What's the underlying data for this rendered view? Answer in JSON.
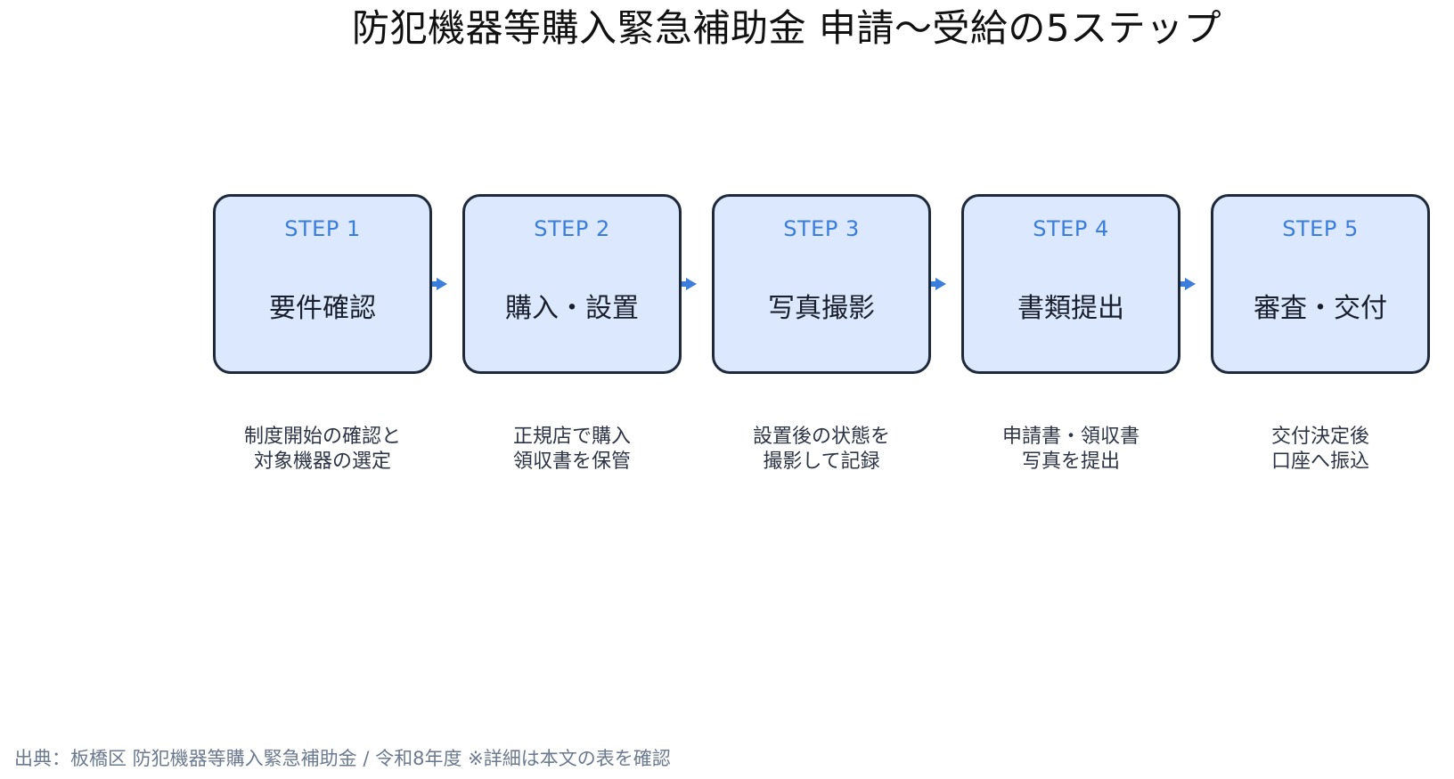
{
  "title": "防犯機器等購入緊急補助金 申請〜受給の5ステップ",
  "steps": [
    {
      "number": "STEP 1",
      "title": "要件確認",
      "desc_line1": "制度開始の確認と",
      "desc_line2": "対象機器の選定"
    },
    {
      "number": "STEP 2",
      "title": "購入・設置",
      "desc_line1": "正規店で購入",
      "desc_line2": "領収書を保管"
    },
    {
      "number": "STEP 3",
      "title": "写真撮影",
      "desc_line1": "設置後の状態を",
      "desc_line2": "撮影して記録"
    },
    {
      "number": "STEP 4",
      "title": "書類提出",
      "desc_line1": "申請書・領収書",
      "desc_line2": "写真を提出"
    },
    {
      "number": "STEP 5",
      "title": "審査・交付",
      "desc_line1": "交付決定後",
      "desc_line2": "口座へ振込"
    }
  ],
  "source": "出典：板橋区 防犯機器等購入緊急補助金 / 令和8年度 ※詳細は本文の表を確認",
  "colors": {
    "box_fill": "#dbe8fd",
    "box_border": "#1e293b",
    "accent": "#3b7ddd",
    "text": "#1a1f2e",
    "muted": "#6b7a90"
  }
}
